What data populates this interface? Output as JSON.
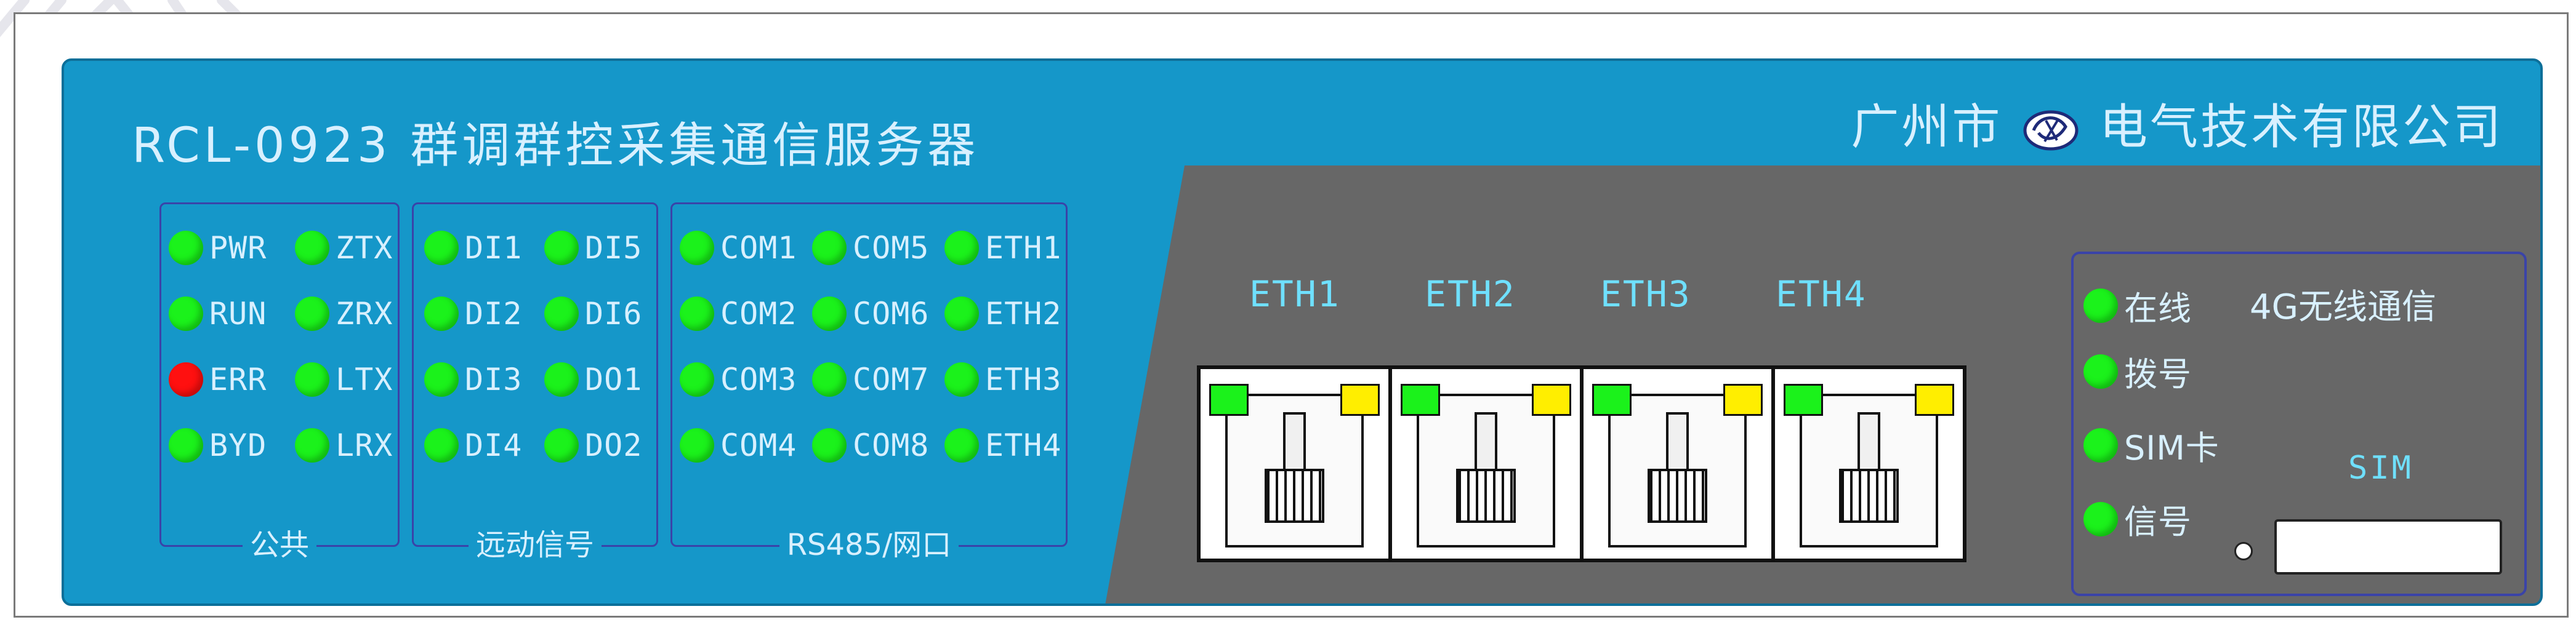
{
  "title": "RCL-0923 群调群控采集通信服务器",
  "company": "广州市",
  "company_suffix": "电气技术有限公司",
  "groups": {
    "common": "公共",
    "remote": "远动信号",
    "rs485": "RS485/网口"
  },
  "leds": {
    "pwr": "PWR",
    "run": "RUN",
    "err": "ERR",
    "byd": "BYD",
    "ztx": "ZTX",
    "zrx": "ZRX",
    "ltx": "LTX",
    "lrx": "LRX",
    "di1": "DI1",
    "di2": "DI2",
    "di3": "DI3",
    "di4": "DI4",
    "di5": "DI5",
    "di6": "DI6",
    "do1": "DO1",
    "do2": "DO2",
    "com1": "COM1",
    "com2": "COM2",
    "com3": "COM3",
    "com4": "COM4",
    "com5": "COM5",
    "com6": "COM6",
    "com7": "COM7",
    "com8": "COM8",
    "eth1": "ETH1",
    "eth2": "ETH2",
    "eth3": "ETH3",
    "eth4": "ETH4"
  },
  "ports": [
    "ETH1",
    "ETH2",
    "ETH3",
    "ETH4"
  ],
  "wireless": {
    "title": "4G无线通信",
    "online": "在线",
    "dial": "拨号",
    "simcard": "SIM卡",
    "signal": "信号",
    "sim_label": "SIM"
  },
  "colors": {
    "panel": "#1597c9",
    "led_on": "#1bf21b",
    "led_err": "#ff1010",
    "port_led_green": "#1bf21b",
    "port_led_yellow": "#ffee00",
    "text_light": "#d8f0ff"
  }
}
